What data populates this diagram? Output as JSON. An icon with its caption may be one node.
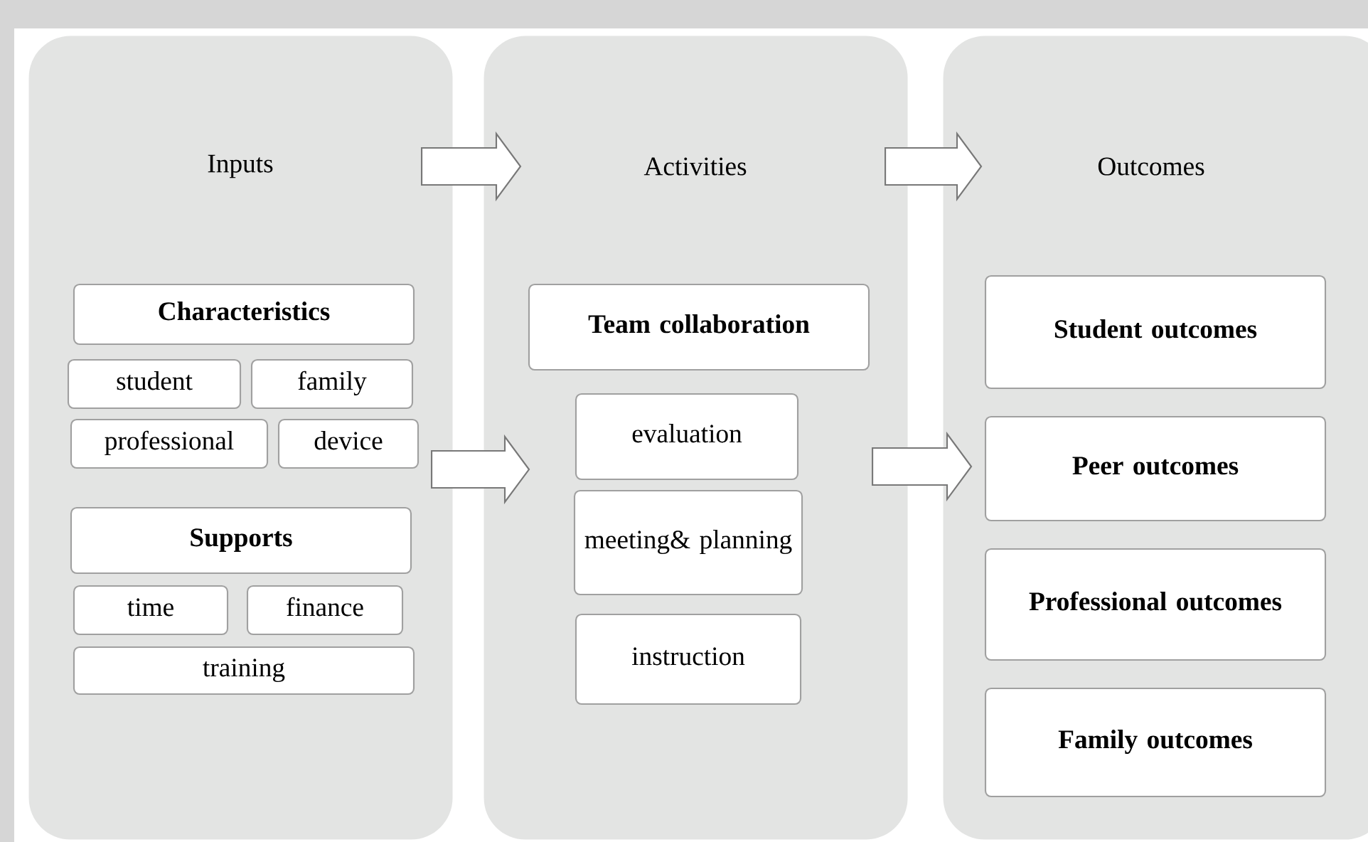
{
  "diagram": {
    "nodes": [
      {
        "text": [
          "Inputs"
        ]
      },
      {
        "text": [
          "Characteristics"
        ],
        "in": 0
      },
      {
        "text": [
          "student"
        ],
        "in": 0
      },
      {
        "text": [
          "family"
        ],
        "in": 0
      },
      {
        "text": [
          "professional"
        ],
        "in": 0
      },
      {
        "text": [
          "device"
        ],
        "in": 0
      },
      {
        "text": [
          "Supports"
        ],
        "in": 0
      },
      {
        "text": [
          "time"
        ],
        "in": 0
      },
      {
        "text": [
          "finance"
        ],
        "in": 0
      },
      {
        "text": [
          "training"
        ],
        "in": 0
      },
      {
        "text": [
          "Activities"
        ]
      },
      {
        "text": [
          "Team collaboration"
        ],
        "in": 10
      },
      {
        "text": [
          "evaluation"
        ],
        "in": 10
      },
      {
        "text": [
          "meeting& planning"
        ],
        "in": 10
      },
      {
        "text": [
          "instruction"
        ],
        "in": 10
      },
      {
        "text": [
          "Outcomes"
        ]
      },
      {
        "text": [
          "Student outcomes"
        ],
        "in": 15
      },
      {
        "text": [
          "Peer outcomes"
        ],
        "in": 15
      },
      {
        "text": [
          "Professional outcomes"
        ],
        "in": 15
      },
      {
        "text": [
          "Family outcomes"
        ],
        "in": 15
      }
    ],
    "edges": [
      {
        "from": 0,
        "to": 10,
        "arrow": "to"
      },
      {
        "from": 10,
        "to": 15,
        "arrow": "to"
      },
      {
        "from": 0,
        "to": 10,
        "arrow": "to"
      },
      {
        "from": 10,
        "to": 15,
        "arrow": "to"
      }
    ]
  }
}
